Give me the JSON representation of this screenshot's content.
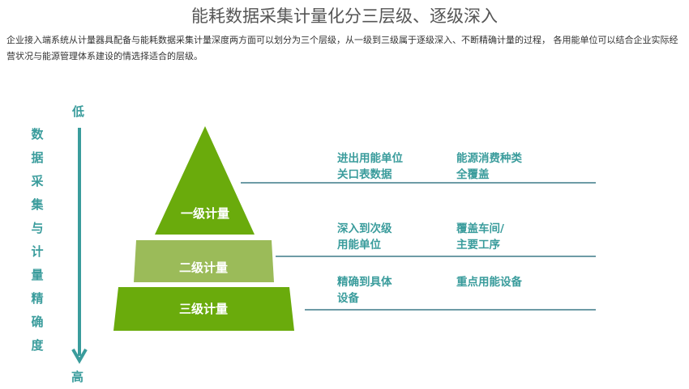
{
  "title": "能耗数据采集计量化分三层级、逐级深入",
  "description": "企业接入端系统从计量器具配备与能耗数据采集计量深度两方面可以划分为三个层级，从一级到三级属于逐级深入、不断精确计量的过程， 各用能单位可以结合企业实际经营状况与能源管理体系建设的情选择适合的层级。",
  "axis": {
    "top": "低",
    "bottom": "高",
    "label": "数据采集与计量精确度"
  },
  "colors": {
    "tier1": "#6aab0c",
    "tier2": "#9bbb59",
    "tier3": "#6aab0c",
    "accent": "#3a9c9c"
  },
  "tiers": [
    {
      "name": "一级计量",
      "notes": [
        "进出用能单位\n关口表数据",
        "能源消费种类\n全覆盖"
      ]
    },
    {
      "name": "二级计量",
      "notes": [
        "深入到次级\n用能单位",
        "覆盖车间/\n主要工序"
      ]
    },
    {
      "name": "三级计量",
      "notes": [
        "精确到具体\n设备",
        "重点用能设备"
      ]
    }
  ]
}
